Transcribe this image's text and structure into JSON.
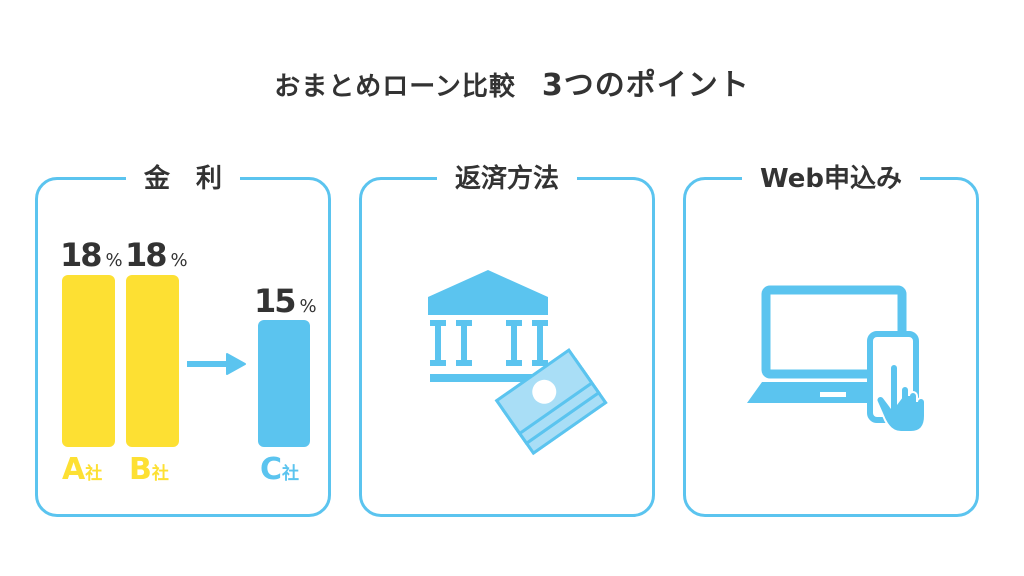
{
  "title": {
    "main": "おまとめローン比較",
    "sub": "3つのポイント"
  },
  "panels": [
    {
      "title": "金　利",
      "bars": [
        {
          "rate": "18",
          "unit": "%",
          "company": "A",
          "suffix": "社"
        },
        {
          "rate": "18",
          "unit": "%",
          "company": "B",
          "suffix": "社"
        },
        {
          "rate": "15",
          "unit": "%",
          "company": "C",
          "suffix": "社"
        }
      ]
    },
    {
      "title": "返済方法"
    },
    {
      "title": "Web申込み"
    }
  ],
  "colors": {
    "accent": "#5bc4ef",
    "yellow": "#fde033",
    "text": "#333333"
  }
}
